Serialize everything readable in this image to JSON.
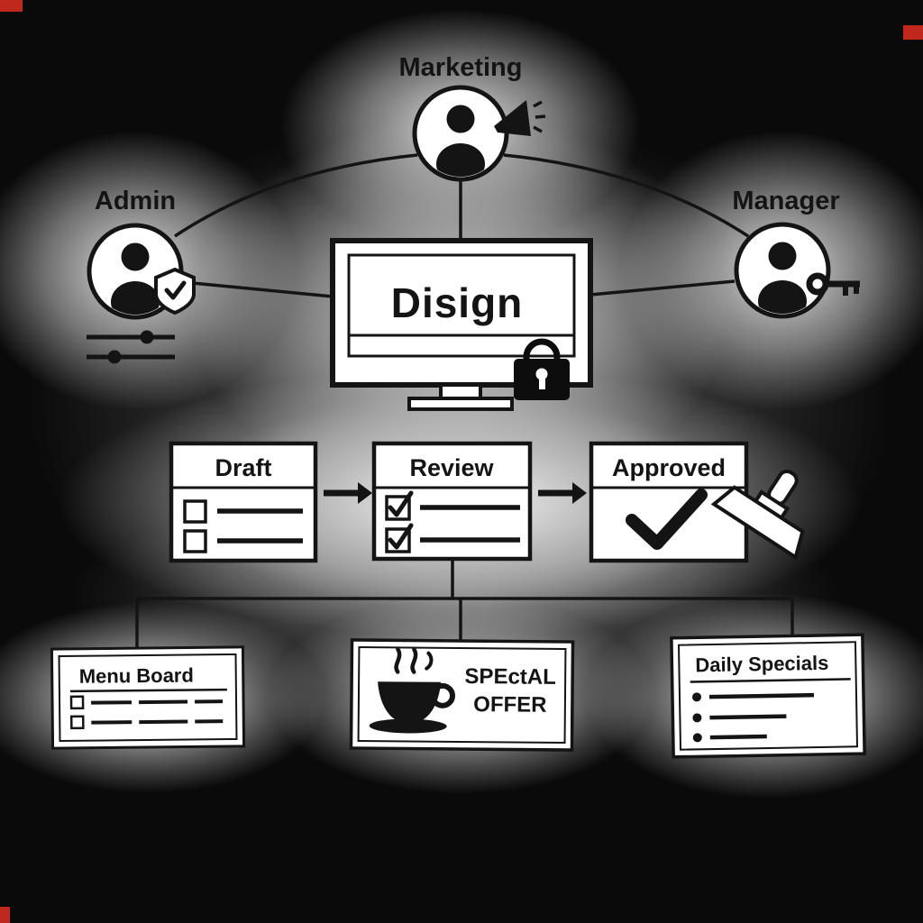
{
  "colors": {
    "background": "#0a0a0a",
    "ink": "#141414",
    "paper": "#ffffff",
    "corner_mark": "#c0281e"
  },
  "roles": {
    "marketing": {
      "label": "Marketing"
    },
    "admin": {
      "label": "Admin"
    },
    "manager": {
      "label": "Manager"
    }
  },
  "screen": {
    "title": "Disign"
  },
  "workflow": {
    "steps": [
      {
        "label": "Draft"
      },
      {
        "label": "Review"
      },
      {
        "label": "Approved"
      }
    ]
  },
  "outputs": {
    "menu_board": {
      "label": "Menu Board"
    },
    "special_offer": {
      "line1": "SPEctAL",
      "line2": "OFFER"
    },
    "daily_specials": {
      "label": "Daily Specials"
    }
  }
}
